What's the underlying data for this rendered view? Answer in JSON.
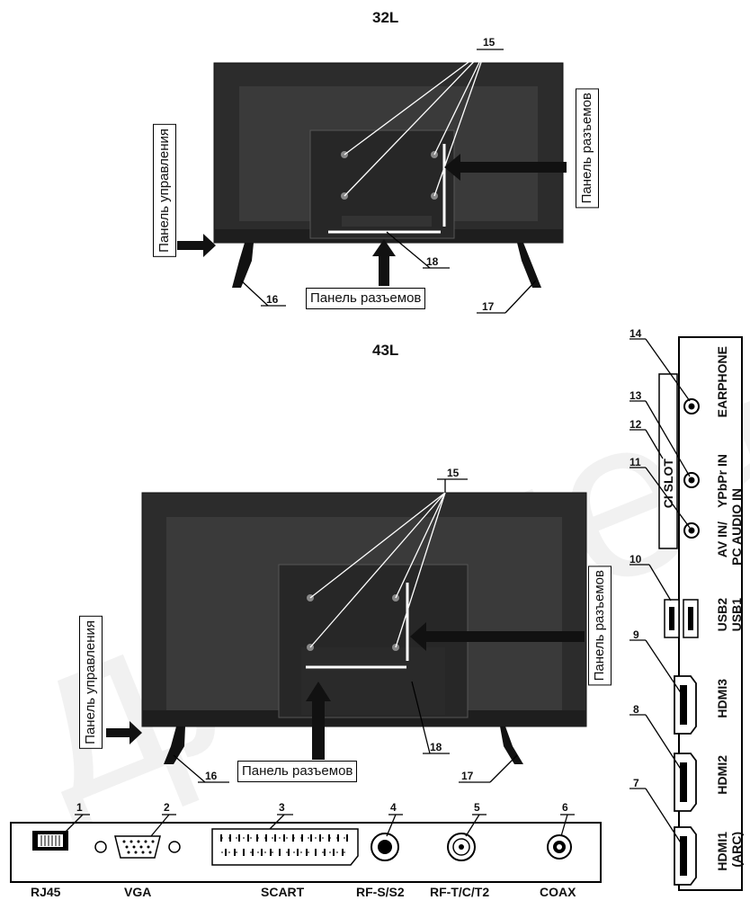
{
  "titles": {
    "top": "32L",
    "middle": "43L"
  },
  "callouts": {
    "n1": "1",
    "n2": "2",
    "n3": "3",
    "n4": "4",
    "n5": "5",
    "n6": "6",
    "n7": "7",
    "n8": "8",
    "n9": "9",
    "n10": "10",
    "n11": "11",
    "n12": "12",
    "n13": "13",
    "n14": "14",
    "n15": "15",
    "n16": "16",
    "n17": "17",
    "n18": "18"
  },
  "labels": {
    "control_panel": "Панель управления",
    "connector_panel": "Панель разъемов"
  },
  "bottom_ports": {
    "rj45": "RJ45",
    "vga": "VGA",
    "scart": "SCART",
    "rfs": "RF-S/S2",
    "rft": "RF-T/C/T2",
    "coax": "COAX"
  },
  "side_ports": {
    "earphone": "EARPHONE",
    "ypbpr": "YPbPr IN",
    "ci_slot": "CI SLOT",
    "av_in_1": "AV IN/",
    "av_in_2": "PC AUDIO IN",
    "usb2": "USB2",
    "usb1": "USB1",
    "hdmi3": "HDMI3",
    "hdmi2": "HDMI2",
    "hdmi1_1": "HDMI1",
    "hdmi1_2": "(ARC)"
  },
  "watermark": "для печати."
}
